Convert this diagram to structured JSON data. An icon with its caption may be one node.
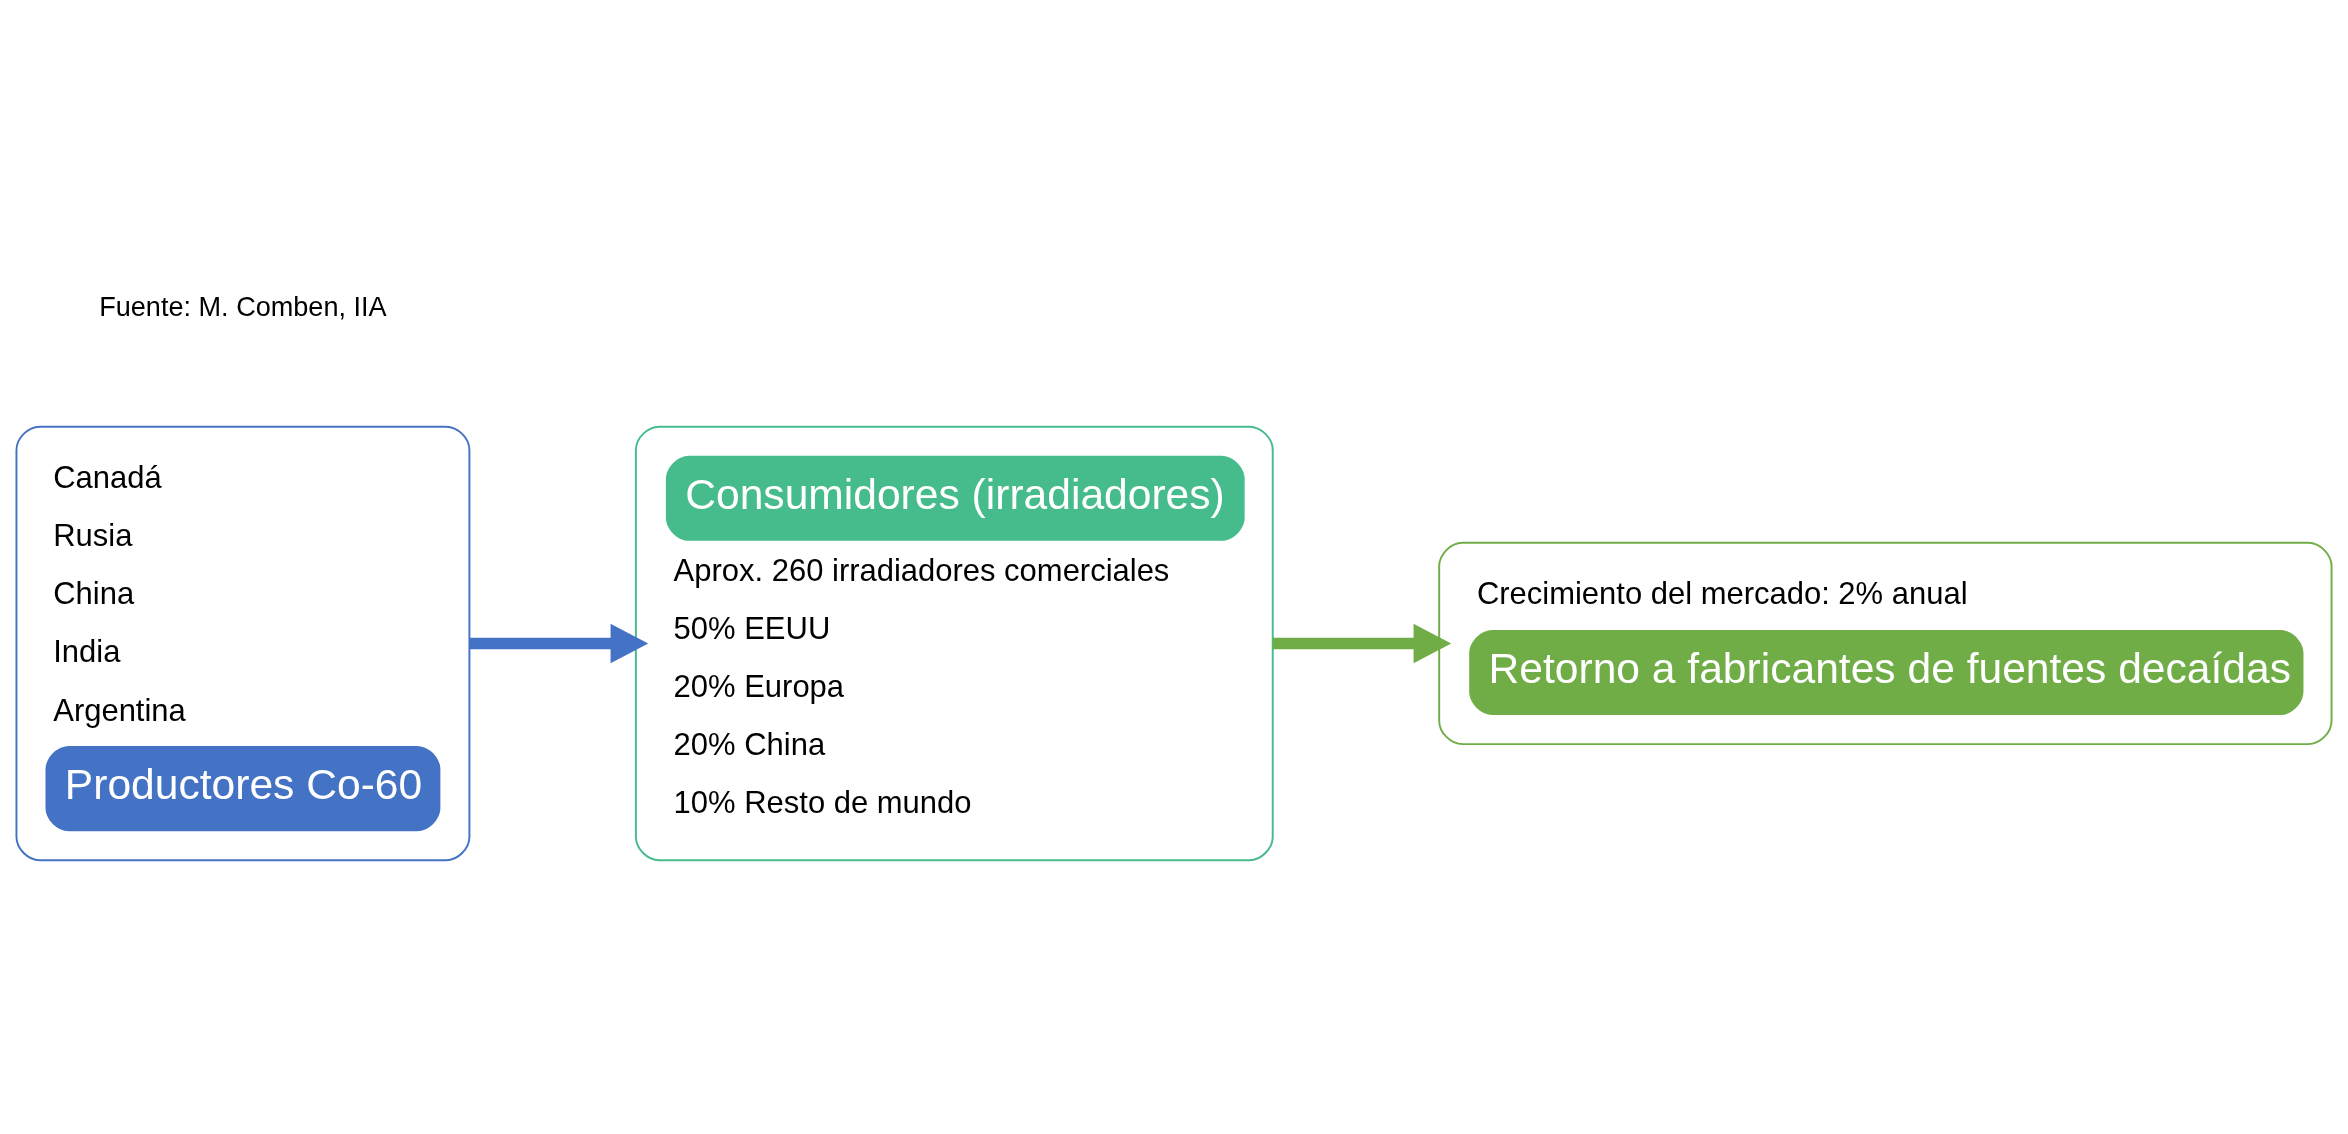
{
  "diagram": {
    "nodes": [
      {
        "text": [
          "Canadá",
          "Rusia",
          "China",
          "India",
          "Argentina",
          "Productores Co-60"
        ]
      },
      {
        "text": [
          "Consumidores (irradiadores)",
          "Aprox. 260 irradiadores comerciales",
          "50% EEUU",
          "20% Europa",
          "20% China",
          "10% Resto de mundo"
        ]
      },
      {
        "text": [
          "Crecimiento del mercado: 2% anual",
          "Retorno a fabricantes de fuentes decaídas"
        ]
      }
    ],
    "edges": [
      {
        "from": 0,
        "to": 1,
        "arrow": "to",
        "color": "#4472c4"
      },
      {
        "from": 1,
        "to": 2,
        "arrow": "to",
        "color": "#70ad47"
      }
    ],
    "labels": [
      "Fuente: M. Comben, IIA"
    ]
  }
}
